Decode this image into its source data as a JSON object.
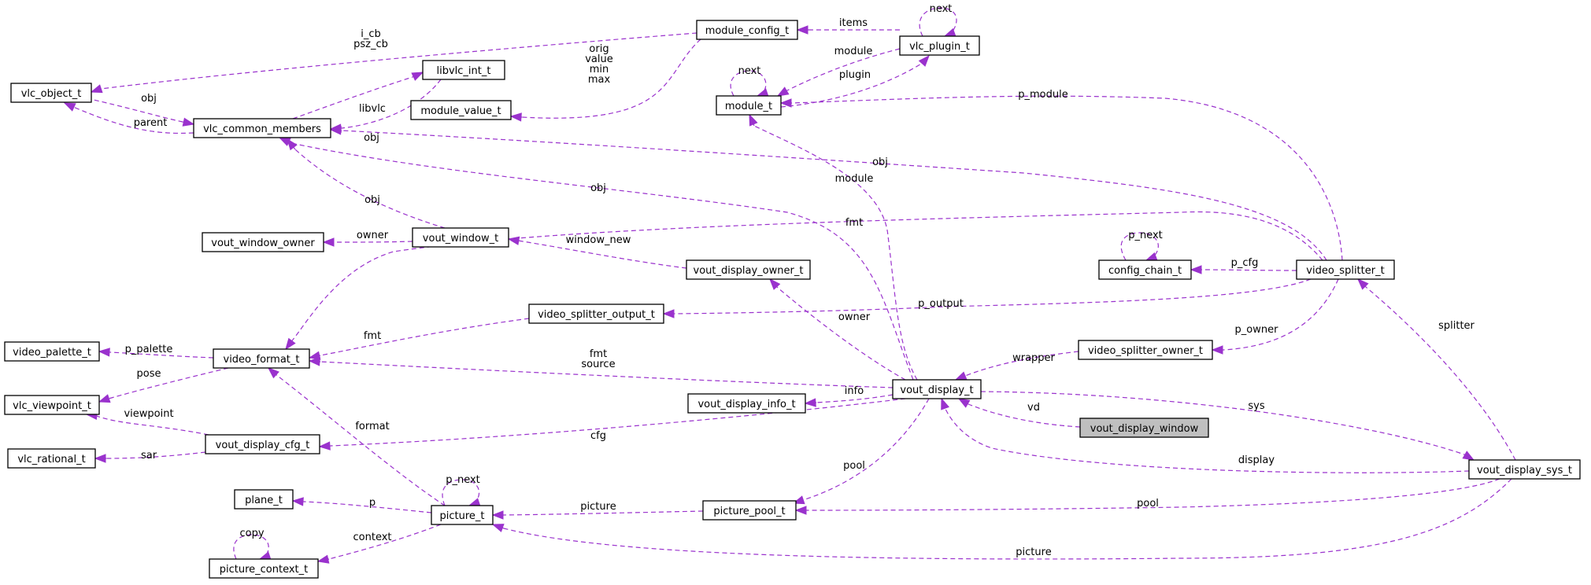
{
  "diagram": {
    "type": "collaboration-graph",
    "highlighted_node": "vout_display_window",
    "edge_color": "#9a32cd",
    "highlight_fill": "#bfbfbf",
    "nodes": [
      {
        "id": "vlc_object_t",
        "label": "vlc_object_t"
      },
      {
        "id": "vlc_common_members",
        "label": "vlc_common_members"
      },
      {
        "id": "libvlc_int_t",
        "label": "libvlc_int_t"
      },
      {
        "id": "module_value_t",
        "label": "module_value_t"
      },
      {
        "id": "module_config_t",
        "label": "module_config_t"
      },
      {
        "id": "vlc_plugin_t",
        "label": "vlc_plugin_t"
      },
      {
        "id": "module_t",
        "label": "module_t"
      },
      {
        "id": "vout_window_owner",
        "label": "vout_window_owner"
      },
      {
        "id": "vout_window_t",
        "label": "vout_window_t"
      },
      {
        "id": "vout_display_owner_t",
        "label": "vout_display_owner_t"
      },
      {
        "id": "config_chain_t",
        "label": "config_chain_t"
      },
      {
        "id": "video_splitter_t",
        "label": "video_splitter_t"
      },
      {
        "id": "video_splitter_output_t",
        "label": "video_splitter_output_t"
      },
      {
        "id": "video_palette_t",
        "label": "video_palette_t"
      },
      {
        "id": "video_format_t",
        "label": "video_format_t"
      },
      {
        "id": "video_splitter_owner_t",
        "label": "video_splitter_owner_t"
      },
      {
        "id": "vlc_viewpoint_t",
        "label": "vlc_viewpoint_t"
      },
      {
        "id": "vout_display_t",
        "label": "vout_display_t"
      },
      {
        "id": "vout_display_info_t",
        "label": "vout_display_info_t"
      },
      {
        "id": "vout_display_window",
        "label": "vout_display_window"
      },
      {
        "id": "vlc_rational_t",
        "label": "vlc_rational_t"
      },
      {
        "id": "vout_display_cfg_t",
        "label": "vout_display_cfg_t"
      },
      {
        "id": "vout_display_sys_t",
        "label": "vout_display_sys_t"
      },
      {
        "id": "plane_t",
        "label": "plane_t"
      },
      {
        "id": "picture_t",
        "label": "picture_t"
      },
      {
        "id": "picture_pool_t",
        "label": "picture_pool_t"
      },
      {
        "id": "picture_context_t",
        "label": "picture_context_t"
      }
    ],
    "edges": [
      {
        "from": "module_config_t",
        "to": "vlc_object_t",
        "label": "i_cb\npsz_cb"
      },
      {
        "from": "vlc_common_members",
        "to": "vlc_object_t",
        "label": "parent"
      },
      {
        "from": "vlc_object_t",
        "to": "vlc_common_members",
        "label": "obj"
      },
      {
        "from": "vlc_common_members",
        "to": "libvlc_int_t",
        "label": "libvlc"
      },
      {
        "from": "libvlc_int_t",
        "to": "vlc_common_members",
        "label": "obj"
      },
      {
        "from": "module_config_t",
        "to": "module_value_t",
        "label": "orig\nvalue\nmin\nmax"
      },
      {
        "from": "vlc_plugin_t",
        "to": "module_config_t",
        "label": "items"
      },
      {
        "from": "vlc_plugin_t",
        "to": "vlc_plugin_t",
        "label": "next"
      },
      {
        "from": "vlc_plugin_t",
        "to": "module_t",
        "label": "module"
      },
      {
        "from": "module_t",
        "to": "vlc_plugin_t",
        "label": "plugin"
      },
      {
        "from": "module_t",
        "to": "module_t",
        "label": "next"
      },
      {
        "from": "video_splitter_t",
        "to": "module_t",
        "label": "p_module"
      },
      {
        "from": "video_splitter_t",
        "to": "vlc_common_members",
        "label": "obj"
      },
      {
        "from": "vout_display_t",
        "to": "module_t",
        "label": "module"
      },
      {
        "from": "vout_display_t",
        "to": "vlc_common_members",
        "label": "obj"
      },
      {
        "from": "vout_window_t",
        "to": "vlc_common_members",
        "label": "obj"
      },
      {
        "from": "vout_window_t",
        "to": "vout_window_owner",
        "label": "owner"
      },
      {
        "from": "vout_display_owner_t",
        "to": "vout_window_t",
        "label": "window_new"
      },
      {
        "from": "video_splitter_t",
        "to": "video_format_t",
        "label": "fmt"
      },
      {
        "from": "config_chain_t",
        "to": "config_chain_t",
        "label": "p_next"
      },
      {
        "from": "video_splitter_t",
        "to": "config_chain_t",
        "label": "p_cfg"
      },
      {
        "from": "vout_display_t",
        "to": "vout_display_owner_t",
        "label": "owner"
      },
      {
        "from": "video_splitter_t",
        "to": "video_splitter_output_t",
        "label": "p_output"
      },
      {
        "from": "video_splitter_output_t",
        "to": "video_format_t",
        "label": "fmt"
      },
      {
        "from": "video_splitter_t",
        "to": "video_splitter_owner_t",
        "label": "p_owner"
      },
      {
        "from": "video_format_t",
        "to": "video_palette_t",
        "label": "p_palette"
      },
      {
        "from": "video_format_t",
        "to": "vlc_viewpoint_t",
        "label": "pose"
      },
      {
        "from": "vout_display_t",
        "to": "video_format_t",
        "label": "fmt\nsource"
      },
      {
        "from": "video_splitter_owner_t",
        "to": "vout_display_t",
        "label": "wrapper"
      },
      {
        "from": "vout_display_t",
        "to": "vout_display_info_t",
        "label": "info"
      },
      {
        "from": "vout_display_window",
        "to": "vout_display_t",
        "label": "vd"
      },
      {
        "from": "vout_display_t",
        "to": "vout_display_sys_t",
        "label": "sys"
      },
      {
        "from": "vout_display_sys_t",
        "to": "video_splitter_t",
        "label": "splitter"
      },
      {
        "from": "vout_display_cfg_t",
        "to": "vlc_viewpoint_t",
        "label": "viewpoint"
      },
      {
        "from": "vout_display_cfg_t",
        "to": "vlc_rational_t",
        "label": "sar"
      },
      {
        "from": "vout_display_t",
        "to": "vout_display_cfg_t",
        "label": "cfg"
      },
      {
        "from": "picture_t",
        "to": "video_format_t",
        "label": "format"
      },
      {
        "from": "vout_display_sys_t",
        "to": "vout_display_t",
        "label": "display"
      },
      {
        "from": "vout_display_t",
        "to": "picture_pool_t",
        "label": "pool"
      },
      {
        "from": "picture_t",
        "to": "picture_t",
        "label": "p_next"
      },
      {
        "from": "picture_t",
        "to": "plane_t",
        "label": "p"
      },
      {
        "from": "picture_pool_t",
        "to": "picture_t",
        "label": "picture"
      },
      {
        "from": "vout_display_sys_t",
        "to": "picture_pool_t",
        "label": "pool"
      },
      {
        "from": "picture_t",
        "to": "picture_context_t",
        "label": "context"
      },
      {
        "from": "picture_context_t",
        "to": "picture_context_t",
        "label": "copy"
      },
      {
        "from": "vout_display_sys_t",
        "to": "picture_t",
        "label": "picture"
      }
    ]
  }
}
